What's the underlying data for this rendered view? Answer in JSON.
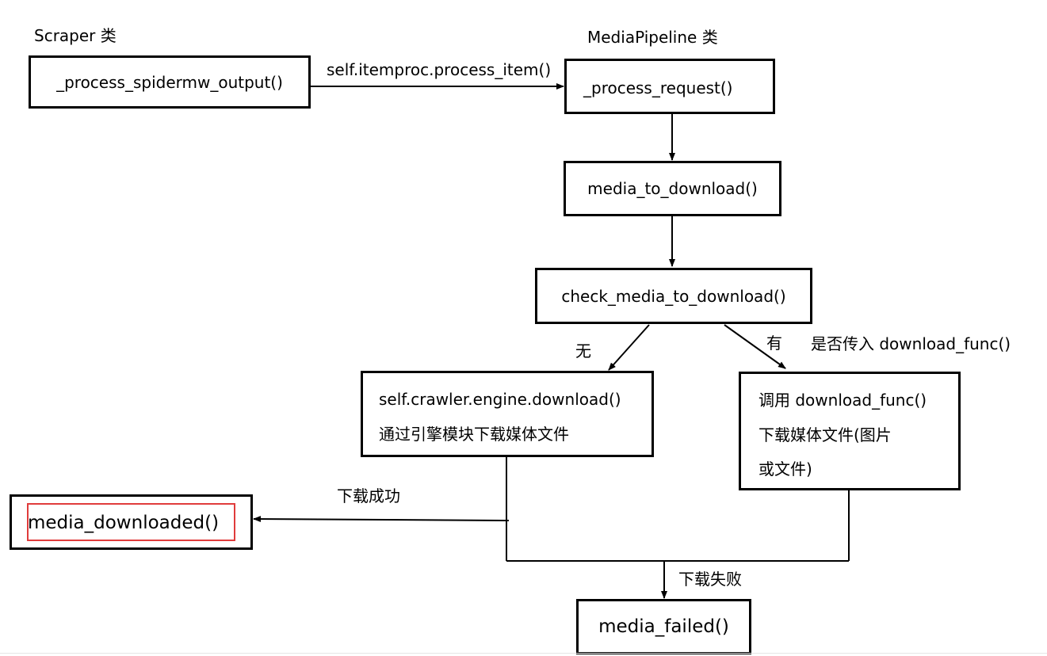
{
  "headers": {
    "scraper_class": "Scraper 类",
    "mediapipeline_class": "MediaPipeline 类"
  },
  "nodes": {
    "process_spidermw_output": "_process_spidermw_output()",
    "process_request": "_process_request()",
    "media_to_download": "media_to_download()",
    "check_media_to_download": "check_media_to_download()",
    "engine_download": {
      "line1": "self.crawler.engine.download()",
      "line2": "通过引擎模块下载媒体文件"
    },
    "download_func": {
      "line1": "调用 download_func()",
      "line2": "下载媒体文件(图片",
      "line3": "或文件)"
    },
    "media_downloaded": "media_downloaded()",
    "media_failed": "media_failed()"
  },
  "edge_labels": {
    "process_item": "self.itemproc.process_item()",
    "no": "无",
    "yes": "有",
    "question": "是否传入 download_func()",
    "success": "下载成功",
    "failure": "下载失败"
  },
  "colors": {
    "line": "#000000",
    "highlight": "#e03c3c"
  }
}
